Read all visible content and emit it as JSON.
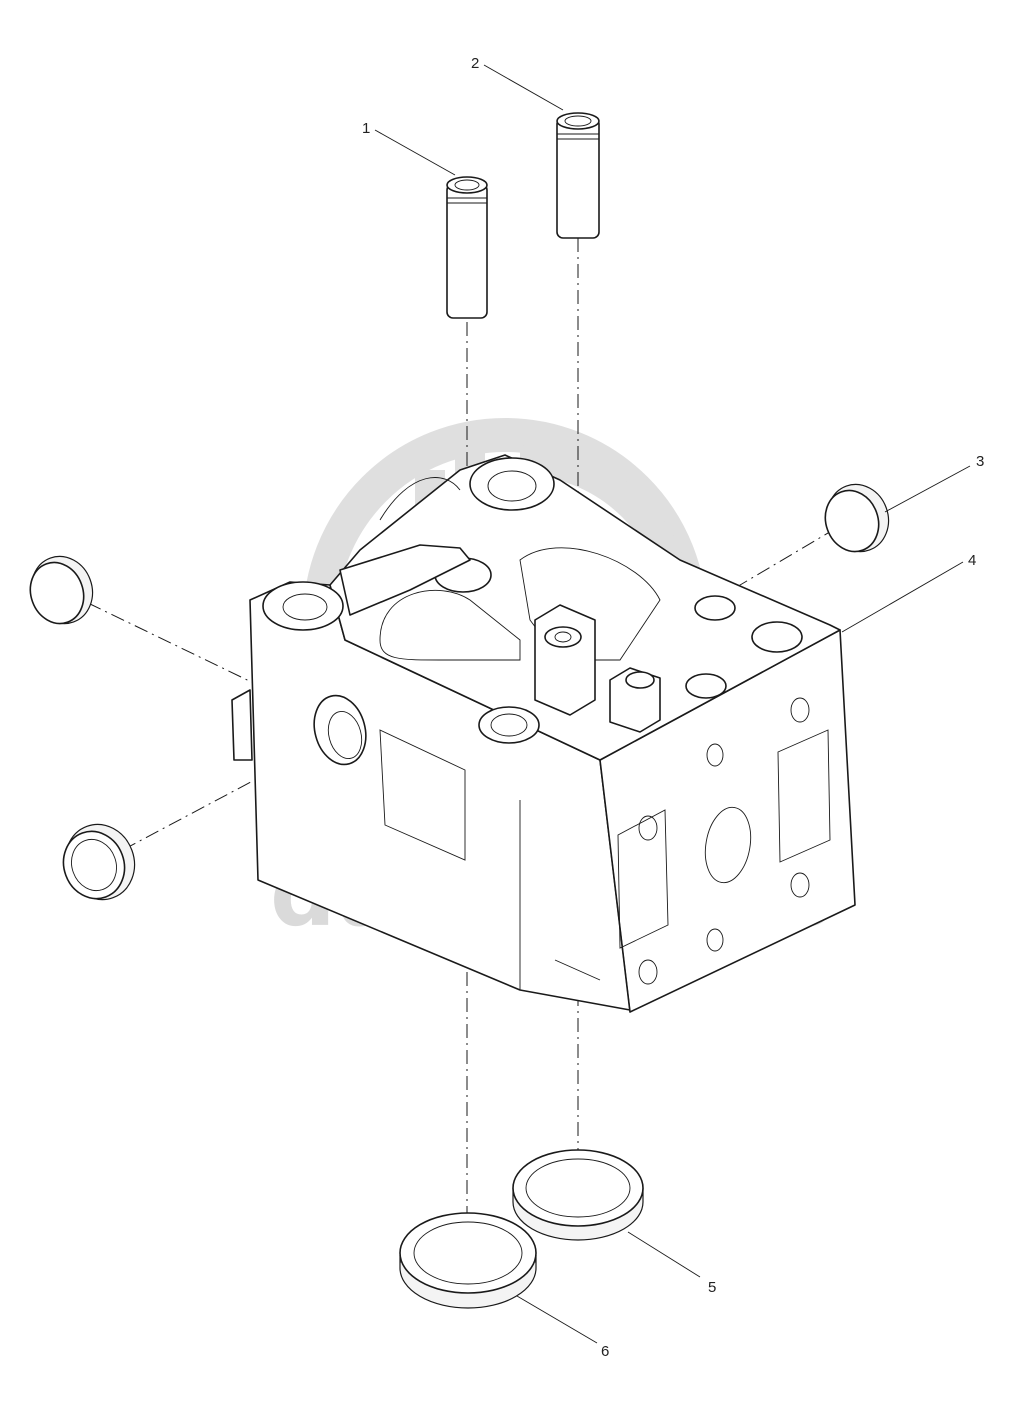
{
  "watermark": {
    "text": "data-parts",
    "color": "#d6d6d6"
  },
  "callouts": [
    {
      "id": 1,
      "label": "1"
    },
    {
      "id": 2,
      "label": "2"
    },
    {
      "id": 3,
      "label": "3"
    },
    {
      "id": 4,
      "label": "4"
    },
    {
      "id": 5,
      "label": "5"
    },
    {
      "id": 6,
      "label": "6"
    }
  ],
  "colors": {
    "line": "#1a1a1a",
    "background": "#ffffff"
  }
}
